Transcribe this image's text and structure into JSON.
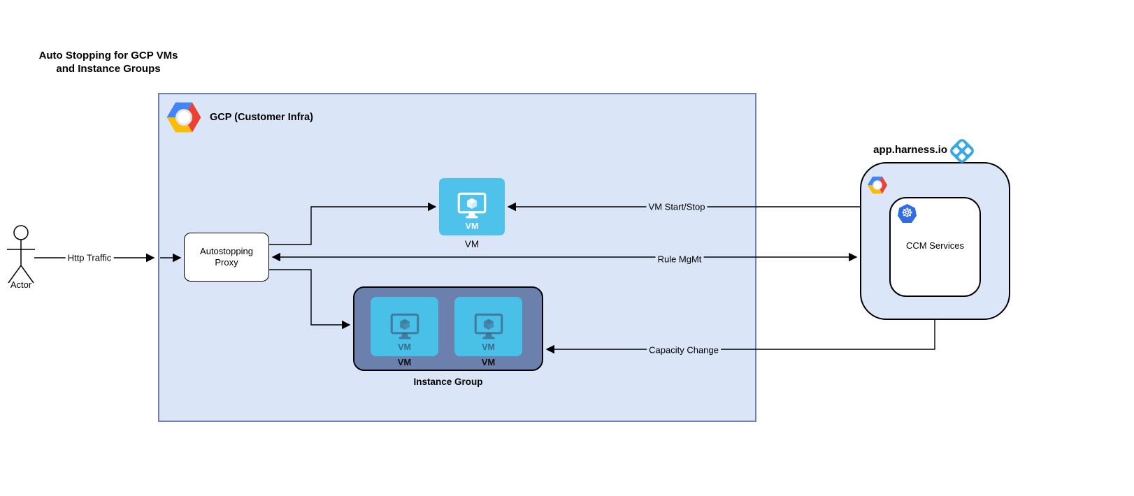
{
  "title": {
    "line1": "Auto Stopping for GCP VMs",
    "line2": "and Instance Groups"
  },
  "actor": {
    "label": "Actor"
  },
  "gcp": {
    "label": "GCP (Customer Infra)"
  },
  "proxy": {
    "label": "Autostopping Proxy"
  },
  "vm": {
    "icon_label": "VM",
    "label": "VM"
  },
  "instance_group": {
    "label": "Instance Group",
    "tiles": [
      {
        "icon_label": "VM",
        "label": "VM"
      },
      {
        "icon_label": "VM",
        "label": "VM"
      }
    ]
  },
  "harness": {
    "domain": "app.harness.io",
    "ccm_label": "CCM Services"
  },
  "edges": {
    "http_traffic": "Http Traffic",
    "vm_start_stop": "VM Start/Stop",
    "rule_mgmt": "Rule MgMt",
    "capacity_change": "Capacity Change"
  },
  "colors": {
    "gcp_box_fill": "#dbe5f8",
    "gcp_box_border": "#7083b4",
    "harness_box_fill": "#dbe6f9",
    "node_border": "#000000",
    "vm_tile": "#4fc2ec",
    "group_fill": "#6b80ad",
    "group_tile": "#49c0e8",
    "harness_logo_blue": "#3aa9dd",
    "k8s_blue": "#326ce5",
    "gcp_logo_blue": "#4285f4",
    "gcp_logo_red": "#ea4335",
    "gcp_logo_yellow": "#fbbc05",
    "line_color": "#000000"
  }
}
